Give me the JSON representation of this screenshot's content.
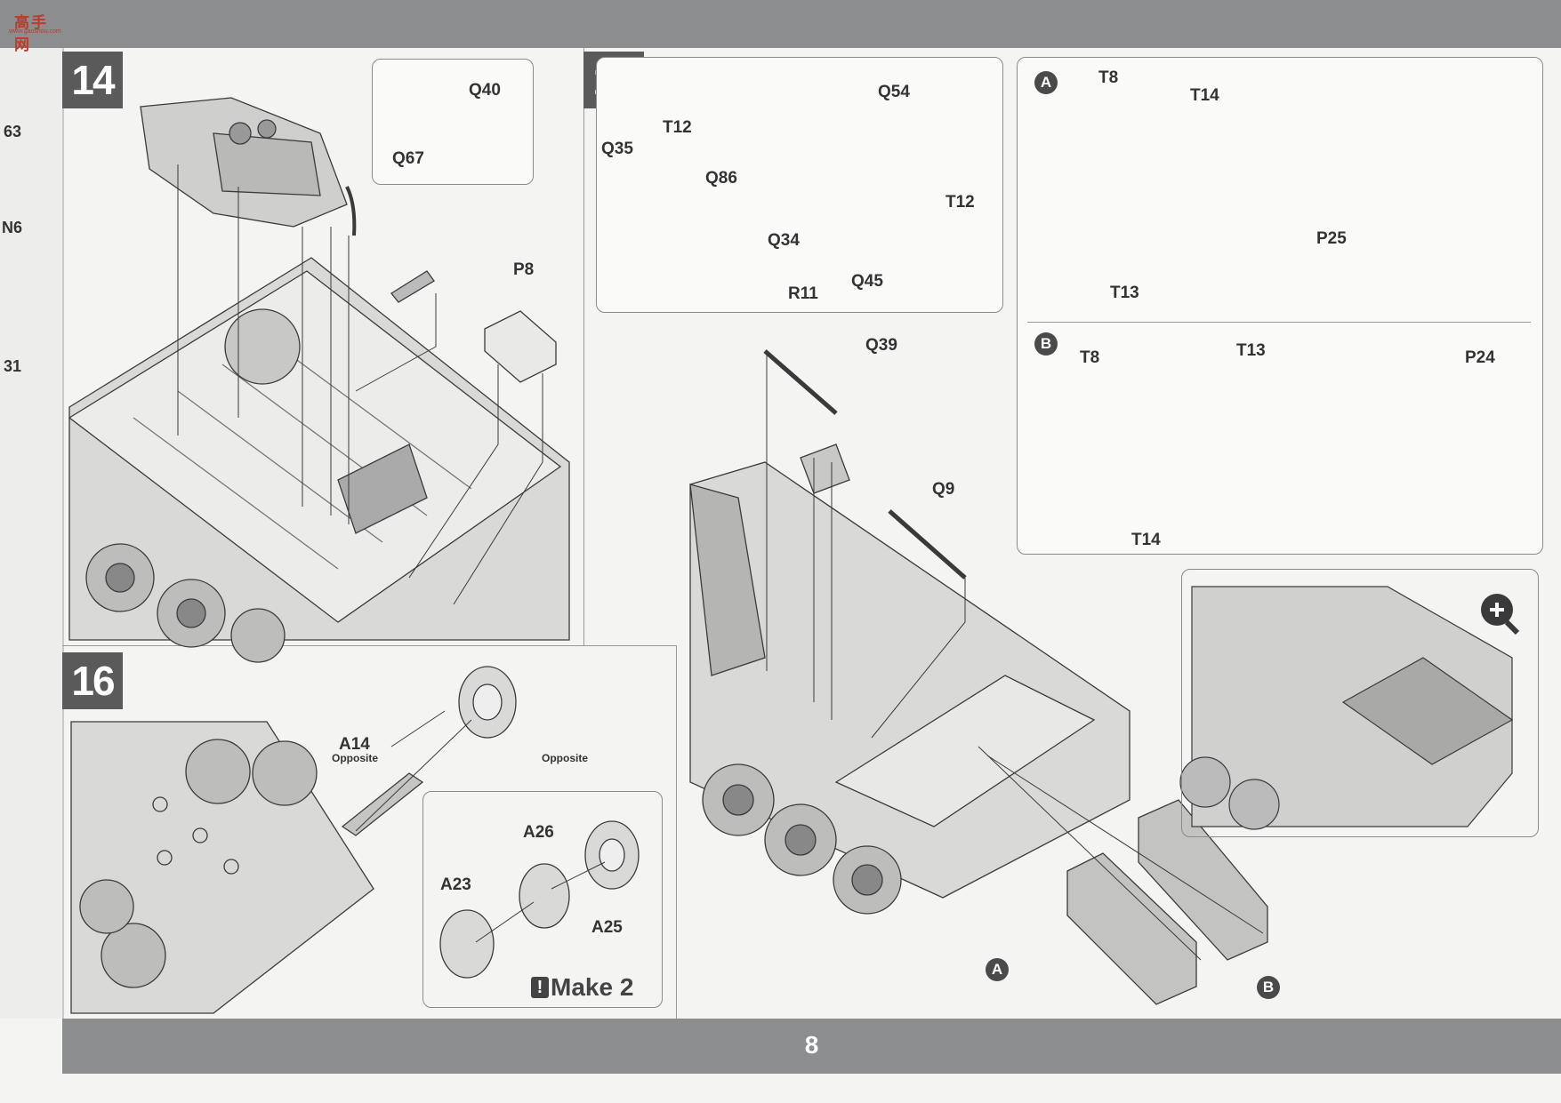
{
  "logo": {
    "main": "高手网",
    "sub": "www.gaoshou.com"
  },
  "page_number": "8",
  "left_edge_labels": [
    "63",
    "N6",
    "31"
  ],
  "steps": [
    {
      "number": "14",
      "labels": [
        "Q40",
        "Q67",
        "P8"
      ]
    },
    {
      "number": "15",
      "labels": [
        "Q54",
        "T12",
        "Q35",
        "Q86",
        "T12",
        "Q34",
        "R11",
        "Q45",
        "Q39",
        "Q9"
      ]
    },
    {
      "number": "16",
      "labels": [
        "A14",
        "A26",
        "A23",
        "A25"
      ],
      "opposite_1": "Opposite",
      "opposite_2": "Opposite",
      "make_note": "Make 2",
      "make_icon": "!"
    }
  ],
  "sub_assemblies": {
    "A": {
      "letter": "A",
      "labels": [
        "T8",
        "T14",
        "T13",
        "P25"
      ]
    },
    "B": {
      "letter": "B",
      "labels": [
        "T8",
        "T13",
        "T14",
        "P24"
      ]
    }
  },
  "placement_markers": [
    "A",
    "B"
  ],
  "icons": {
    "zoom": "magnify-plus-icon",
    "no_glue": "no-glue-icon"
  },
  "colors": {
    "band": "#8b8d8f",
    "badge": "#5a5a5a",
    "line": "#3a3a3a"
  }
}
